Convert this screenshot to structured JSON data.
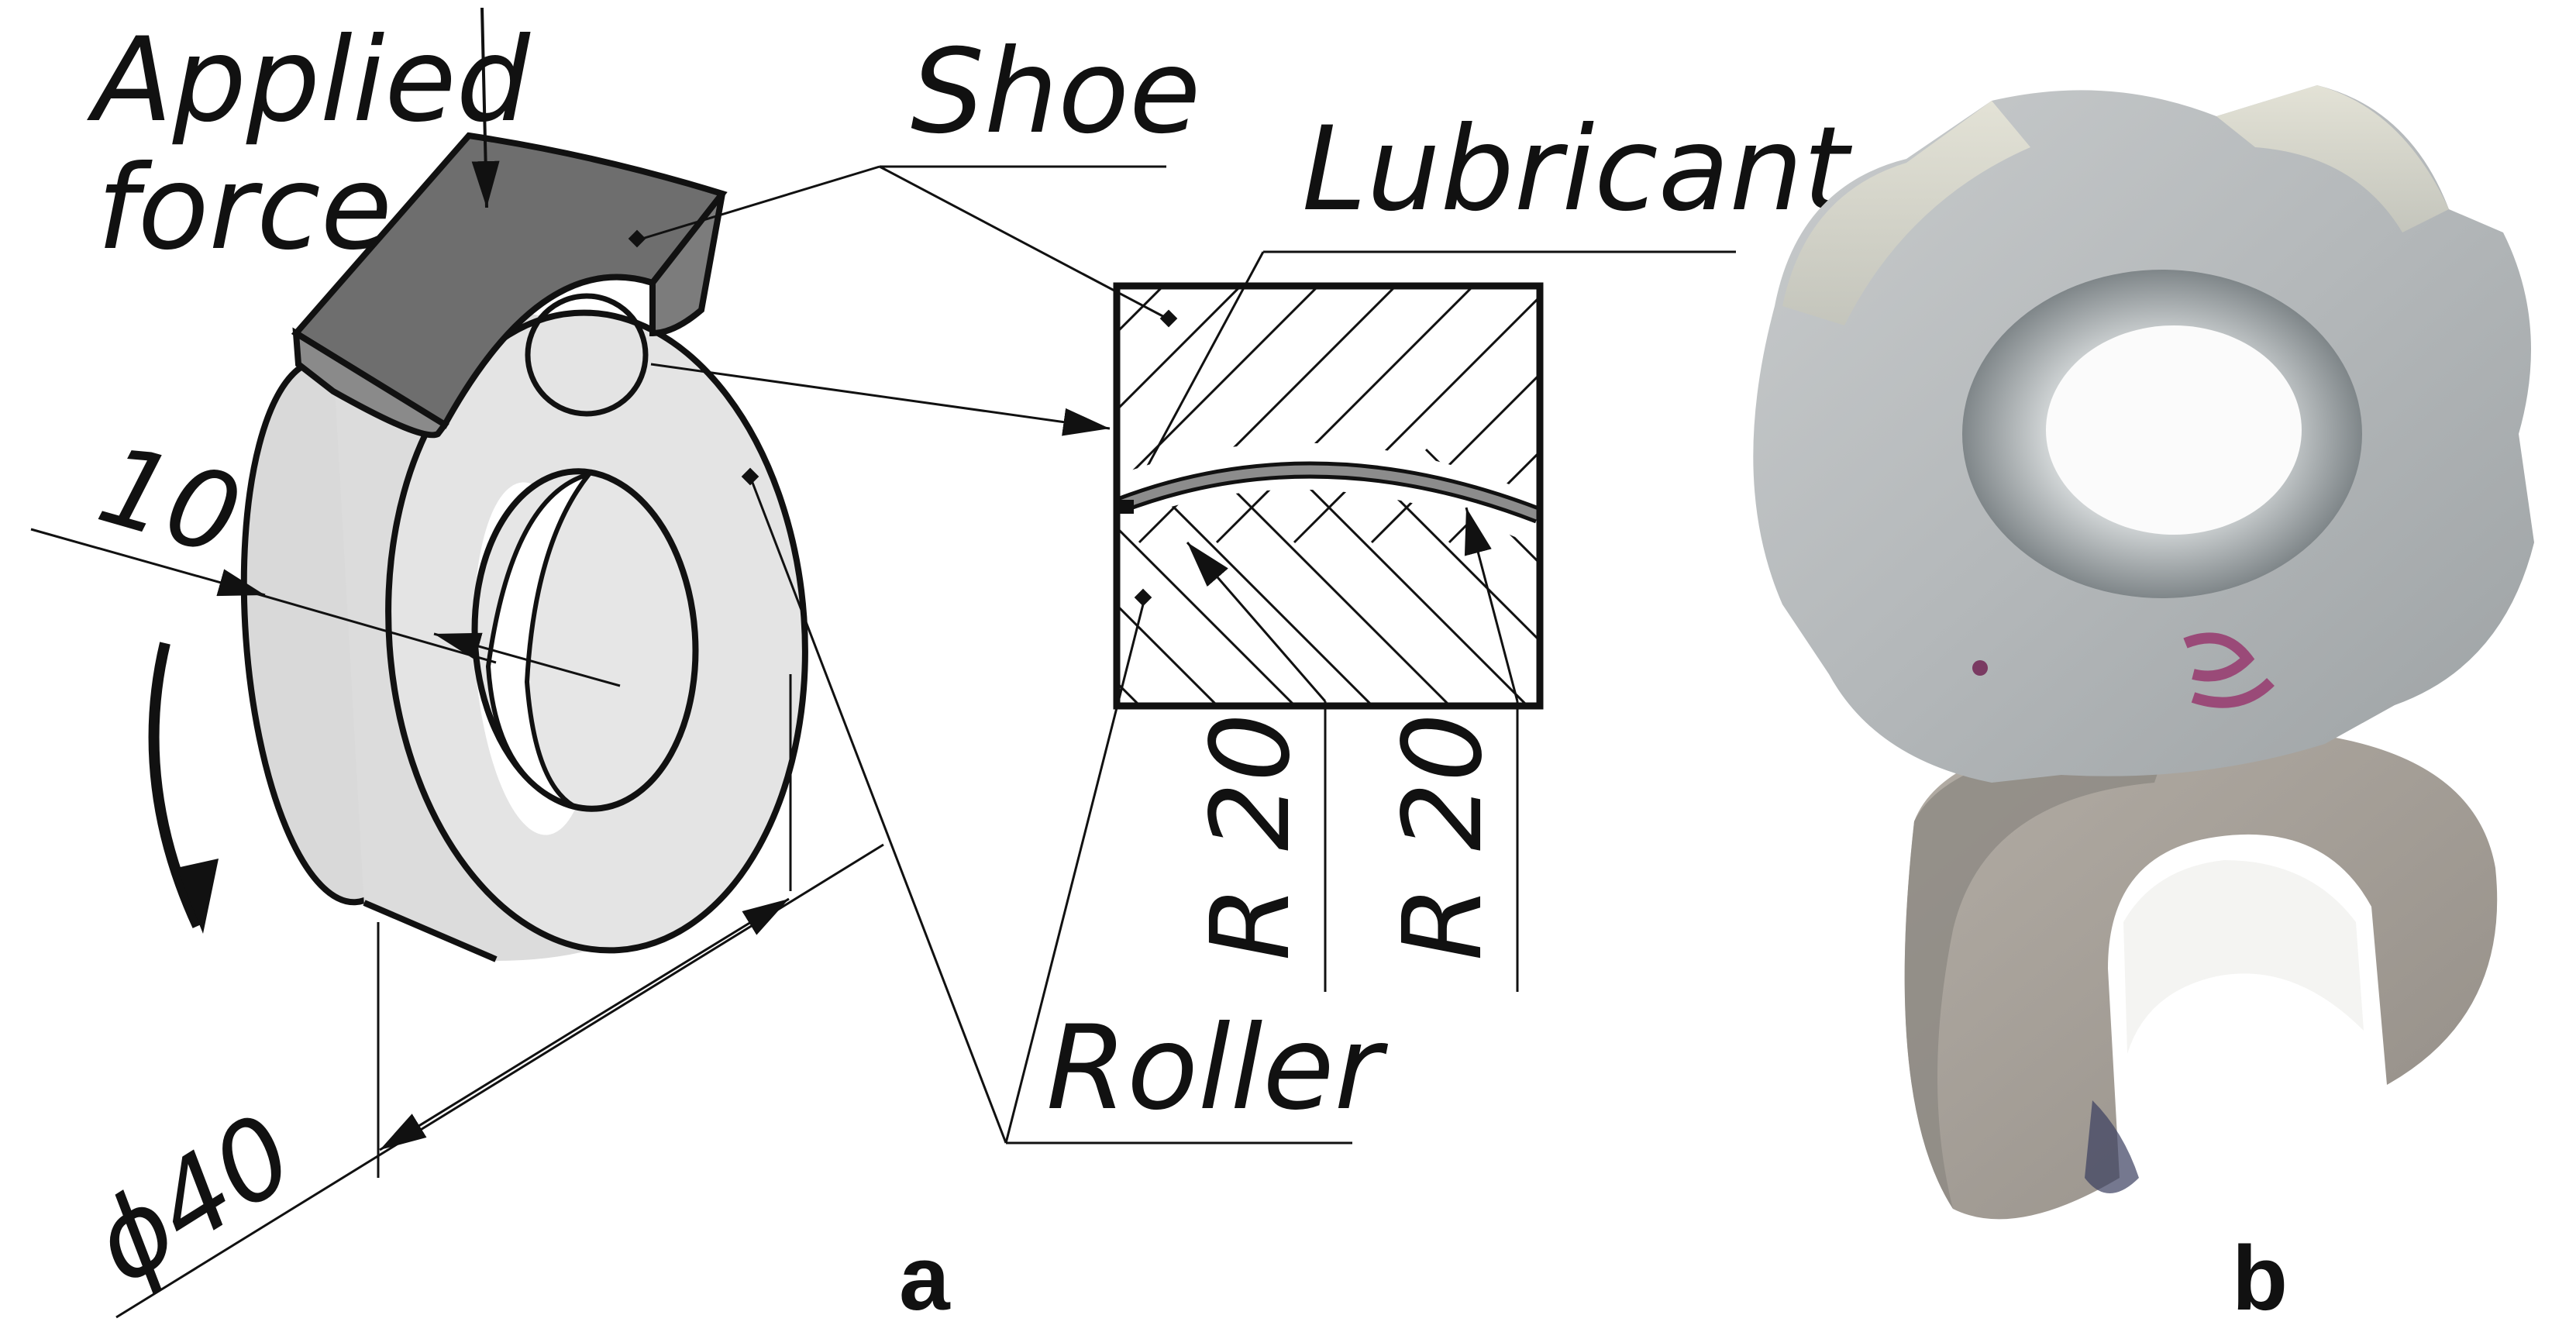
{
  "labels": {
    "applied_force_line1": "Applied",
    "applied_force_line2": "force",
    "shoe": "Shoe",
    "lubricant": "Lubricant",
    "roller": "Roller",
    "width_dim": "10",
    "diameter_dim": "ϕ40",
    "radius_left": "R 20",
    "radius_right": "R 20",
    "panel_a": "a",
    "panel_b": "b"
  },
  "colors": {
    "shoe_top": "#6e6e6e",
    "shoe_side": "#7c7c7c",
    "roller_face": "#e4e4e4",
    "roller_rim": "#d9d9d9",
    "line": "#111111",
    "photo_nut": "#b8bcbd",
    "photo_ring": "#a59f98"
  },
  "icons": {
    "force_arrow": "arrow-down-icon",
    "rotation_arrow": "curved-arrow-icon"
  }
}
